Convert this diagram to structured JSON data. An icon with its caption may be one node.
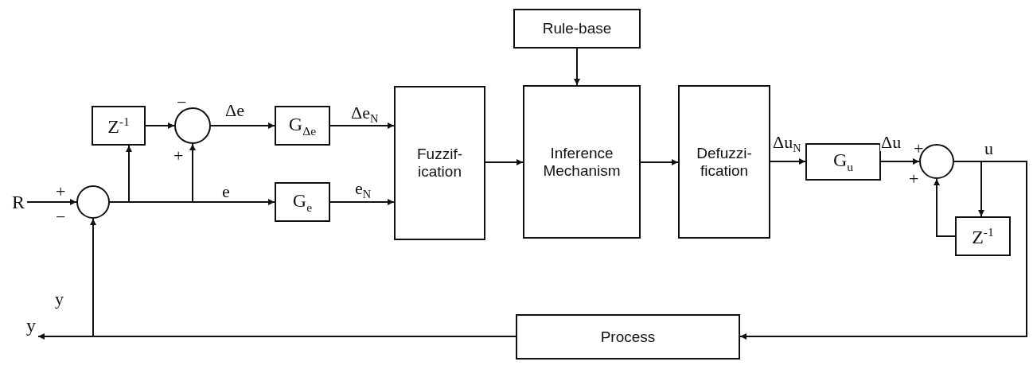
{
  "diagram": {
    "nodes": [
      {
        "text": [
          "R"
        ]
      },
      {
        "text": [],
        "shape": "circle"
      },
      {
        "text": [
          "Z$^{-1}$"
        ]
      },
      {
        "text": [],
        "shape": "circle"
      },
      {
        "text": [
          "G$_{Δe}$"
        ]
      },
      {
        "text": [
          "G$_{e}$"
        ]
      },
      {
        "text": [
          "Fuzzif- ication"
        ]
      },
      {
        "text": [
          "Rule-base"
        ]
      },
      {
        "text": [
          "Inference Mechanism"
        ]
      },
      {
        "text": [
          "Defuzzi- fication"
        ]
      },
      {
        "text": [
          "G$_{u}$"
        ]
      },
      {
        "text": [],
        "shape": "circle"
      },
      {
        "text": [
          "Z$^{-1}$"
        ]
      },
      {
        "text": [
          "Process"
        ]
      },
      {
        "text": [
          "y"
        ]
      }
    ],
    "edges": [
      {
        "from": 0,
        "to": 1,
        "arrow": "to"
      },
      {
        "from": 1,
        "to": 2,
        "arrow": "to"
      },
      {
        "from": 1,
        "to": 3,
        "arrow": "to"
      },
      {
        "from": 1,
        "to": 5,
        "arrow": "to",
        "label": "e"
      },
      {
        "from": 2,
        "to": 3,
        "arrow": "to"
      },
      {
        "from": 3,
        "to": 4,
        "arrow": "to",
        "label": "Δe"
      },
      {
        "from": 4,
        "to": 6,
        "arrow": "to",
        "label": "Δe$_{N}$"
      },
      {
        "from": 5,
        "to": 6,
        "arrow": "to",
        "label": "e$_{N}$"
      },
      {
        "from": 6,
        "to": 8,
        "arrow": "to"
      },
      {
        "from": 7,
        "to": 8,
        "arrow": "to"
      },
      {
        "from": 8,
        "to": 9,
        "arrow": "to"
      },
      {
        "from": 9,
        "to": 10,
        "arrow": "to",
        "label": "Δu$_{N}$"
      },
      {
        "from": 10,
        "to": 11,
        "arrow": "to",
        "label": "Δu"
      },
      {
        "from": 11,
        "to": 12,
        "arrow": "to"
      },
      {
        "from": 11,
        "to": 13,
        "arrow": "to",
        "label": "u"
      },
      {
        "from": 12,
        "to": 11,
        "arrow": "to"
      },
      {
        "from": 13,
        "to": 14,
        "arrow": "to"
      },
      {
        "from": 13,
        "to": 1,
        "arrow": "to",
        "label": "y"
      }
    ],
    "labels": [
      "−",
      "+",
      "+",
      "+",
      "+",
      "−"
    ]
  }
}
